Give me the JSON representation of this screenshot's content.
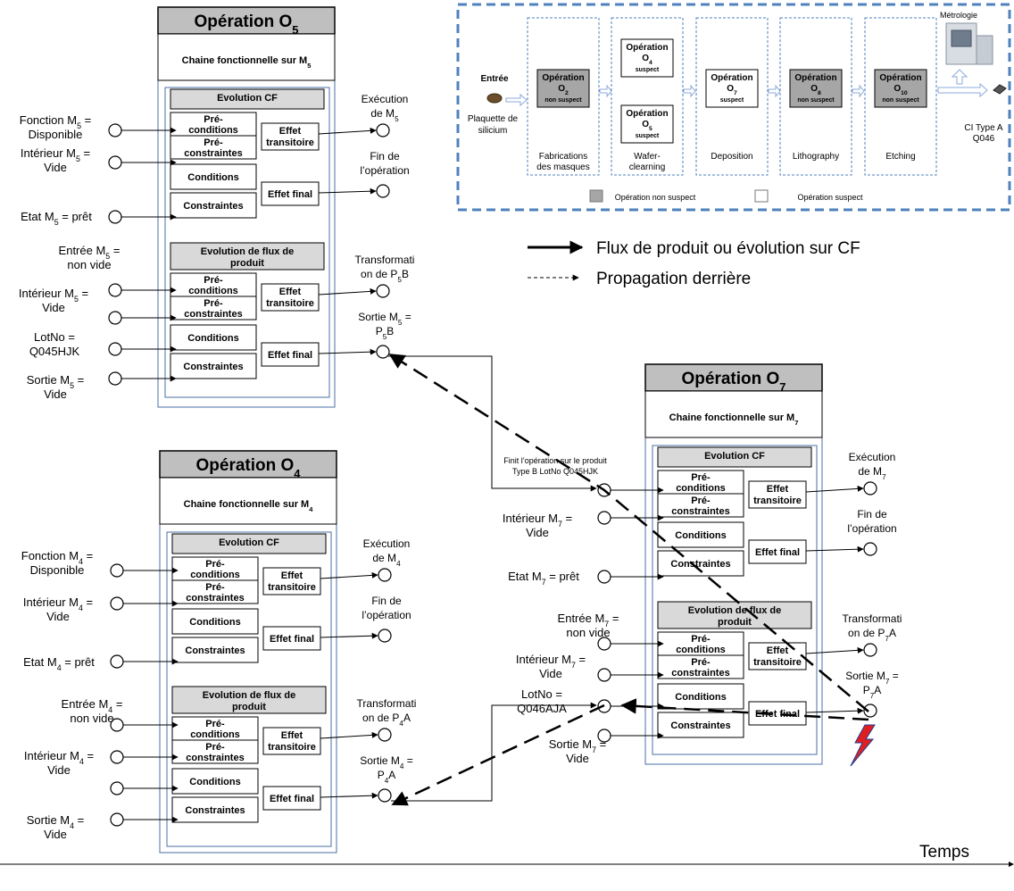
{
  "operations": {
    "o5": {
      "title": "Opération O",
      "title_sub": "5",
      "chain_label": "Chaine fonctionnelle sur M",
      "chain_sub": "5",
      "inputs": [
        {
          "l1": "Fonction M",
          "s1": "5",
          "t1": " =",
          "l2": "Disponible"
        },
        {
          "l1": "Intérieur M",
          "s1": "5",
          "t1": " =",
          "l2": "Vide"
        },
        {
          "l1": "Etat M",
          "s1": "5",
          "t1": " = prêt",
          "l2": ""
        },
        {
          "l1": "Entrée M",
          "s1": "5",
          "t1": " =",
          "l2": "non vide"
        },
        {
          "l1": "Intérieur M",
          "s1": "5",
          "t1": " =",
          "l2": "Vide"
        },
        {
          "l1": "LotNo =",
          "s1": "",
          "t1": "",
          "l2": "Q045HJK"
        },
        {
          "l1": "Sortie M",
          "s1": "5",
          "t1": " =",
          "l2": "Vide"
        }
      ],
      "outputs": [
        {
          "l1": "Exécution",
          "l2a": "de M",
          "s": "5",
          "l2b": ""
        },
        {
          "l1": "Fin de",
          "l2a": "l’opération",
          "s": "",
          "l2b": ""
        },
        {
          "l1": "Transformati",
          "l2a": "on de P",
          "s": "5",
          "l2b": "B"
        },
        {
          "l1": "Sortie M",
          "s0": "5",
          "l1b": " =",
          "l2a": "P",
          "s": "5",
          "l2b": "B"
        }
      ]
    },
    "o4": {
      "title": "Opération O",
      "title_sub": "4",
      "chain_label": "Chaine fonctionnelle sur M",
      "chain_sub": "4",
      "inputs": [
        {
          "l1": "Fonction M",
          "s1": "4",
          "t1": " =",
          "l2": "Disponible"
        },
        {
          "l1": "Intérieur M",
          "s1": "4",
          "t1": " =",
          "l2": "Vide"
        },
        {
          "l1": "Etat M",
          "s1": "4",
          "t1": " = prêt",
          "l2": ""
        },
        {
          "l1": "Entrée M",
          "s1": "4",
          "t1": " =",
          "l2": "non vide"
        },
        {
          "l1": "Intérieur M",
          "s1": "4",
          "t1": " =",
          "l2": "Vide"
        },
        {
          "l1": "",
          "s1": "",
          "t1": "",
          "l2": ""
        },
        {
          "l1": "Sortie M",
          "s1": "4",
          "t1": " =",
          "l2": "Vide"
        }
      ],
      "outputs": [
        {
          "l1": "Exécution",
          "l2a": "de M",
          "s": "4",
          "l2b": ""
        },
        {
          "l1": "Fin de",
          "l2a": "l’opération",
          "s": "",
          "l2b": ""
        },
        {
          "l1": "Transformati",
          "l2a": "on de P",
          "s": "4",
          "l2b": "A"
        },
        {
          "l1": "Sortie M",
          "s0": "4",
          "l1b": " =",
          "l2a": "P",
          "s": "4",
          "l2b": "A"
        }
      ]
    },
    "o7": {
      "title": "Opération O",
      "title_sub": "7",
      "chain_label": "Chaine fonctionnelle sur M",
      "chain_sub": "7",
      "finit_label_1": "Finit l’opération sur le produit",
      "finit_label_2": "Type B LotNo Q045HJK",
      "inputs": [
        {
          "l1": "",
          "s1": "",
          "t1": "",
          "l2": ""
        },
        {
          "l1": "Intérieur M",
          "s1": "7",
          "t1": " =",
          "l2": "Vide"
        },
        {
          "l1": "Etat M",
          "s1": "7",
          "t1": " = prêt",
          "l2": ""
        },
        {
          "l1": "Entrée M",
          "s1": "7",
          "t1": " =",
          "l2": "non vide"
        },
        {
          "l1": "Intérieur M",
          "s1": "7",
          "t1": " =",
          "l2": "Vide"
        },
        {
          "l1": "LotNo =",
          "s1": "",
          "t1": "",
          "l2": "Q046AJA"
        },
        {
          "l1": "Sortie M",
          "s1": "7",
          "t1": " =",
          "l2": "Vide"
        }
      ],
      "outputs": [
        {
          "l1": "Exécution",
          "l2a": "de M",
          "s": "7",
          "l2b": ""
        },
        {
          "l1": "Fin de",
          "l2a": "l’opération",
          "s": "",
          "l2b": ""
        },
        {
          "l1": "Transformati",
          "l2a": "on de P",
          "s": "7",
          "l2b": "A"
        },
        {
          "l1": "Sortie M",
          "s0": "7",
          "l1b": " =",
          "l2a": "P",
          "s": "7",
          "l2b": "A"
        }
      ]
    }
  },
  "cf": {
    "evolution_cf": "Evolution CF",
    "evolution_flux_1": "Evolution de flux de",
    "evolution_flux_2": "produit",
    "pre_conditions_1": "Pré-",
    "pre_conditions_2": "conditions",
    "pre_constraints_1": "Pré-",
    "pre_constraints_2": "constraintes",
    "conditions": "Conditions",
    "constraints": "Constraintes",
    "effet_transitoire_1": "Effet",
    "effet_transitoire_2": "transitoire",
    "effet_final": "Effet final"
  },
  "legend": {
    "solid": "Flux de produit ou évolution sur CF",
    "dashed": "Propagation derrière"
  },
  "flow": {
    "entree": "Entrée",
    "wafer_1": "Plaquette de",
    "wafer_2": "silicium",
    "metrologie": "Métrologie",
    "output_1": "CI Type A",
    "output_2": "Q046",
    "stages": [
      {
        "label_1": "Fabrications",
        "label_2": "des masques",
        "ops": [
          {
            "name": "Opération",
            "sub_main": "O",
            "sub": "2",
            "status": "non suspect",
            "suspect": false
          }
        ]
      },
      {
        "label_1": "Wafer-",
        "label_2": "clearning",
        "ops": [
          {
            "name": "Opération",
            "sub_main": "O",
            "sub": "4",
            "status": "suspect",
            "suspect": true
          },
          {
            "name": "Opération",
            "sub_main": "O",
            "sub": "5",
            "status": "suspect",
            "suspect": true
          }
        ]
      },
      {
        "label_1": "Deposition",
        "label_2": "",
        "ops": [
          {
            "name": "Opération",
            "sub_main": "O",
            "sub": "7",
            "status": "suspect",
            "suspect": true
          }
        ]
      },
      {
        "label_1": "Lithography",
        "label_2": "",
        "ops": [
          {
            "name": "Opération",
            "sub_main": "O",
            "sub": "8",
            "status": "non suspect",
            "suspect": false
          }
        ]
      },
      {
        "label_1": "Etching",
        "label_2": "",
        "ops": [
          {
            "name": "Opération",
            "sub_main": "O",
            "sub": "10",
            "status": "non suspect",
            "suspect": false
          }
        ]
      }
    ],
    "legend_non_suspect": "Opération non suspect",
    "legend_suspect": "Opération suspect"
  },
  "time_label": "Temps",
  "colors": {
    "title_bg": "#bfbfbf",
    "section_bg": "#d9d9d9",
    "frame": "#4a6fa5",
    "flow_frame": "#4f81bd",
    "non_suspect": "#a6a6a6",
    "arrow_hollow": "#8eaadb",
    "lightning": "#e02020"
  }
}
